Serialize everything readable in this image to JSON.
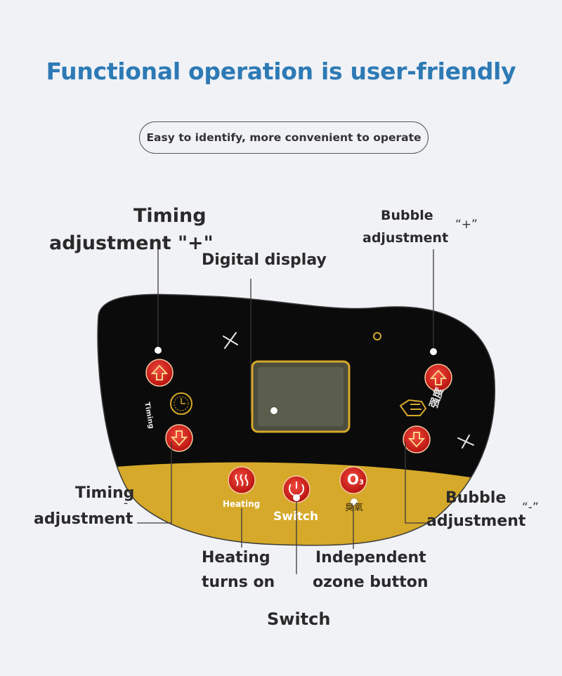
{
  "header": {
    "title": "Functional operation is user-friendly",
    "subtitle": "Easy to identify, more convenient to operate"
  },
  "callouts": {
    "timing_plus": {
      "line1": "Timing",
      "line2": "adjustment \"+\""
    },
    "digital_display": "Digital display",
    "bubble_plus": {
      "line1": "Bubble",
      "line2": "adjustment",
      "mark": "“+”"
    },
    "timing_minus": {
      "line1": "Timing",
      "line2": "adjustment",
      "mark": "-"
    },
    "bubble_minus": {
      "line1": "Bubble",
      "line2": "adjustment",
      "mark": "“-”"
    },
    "heating": {
      "line1": "Heating",
      "line2": "turns on"
    },
    "ozone": {
      "line1": "Independent",
      "line2": "ozone button"
    },
    "switch": "Switch"
  },
  "panel": {
    "timing_label": "Timing",
    "intensity_label": "强度",
    "heating_label": "Heating",
    "switch_label": "Switch",
    "ozone_label": "臭氧",
    "ozone_symbol": "O",
    "ozone_sub": "3"
  },
  "colors": {
    "title": "#2d7ab5",
    "panel_black": "#0b0b0b",
    "panel_gold": "#d6a92a",
    "button_red": "#d51f1c"
  }
}
